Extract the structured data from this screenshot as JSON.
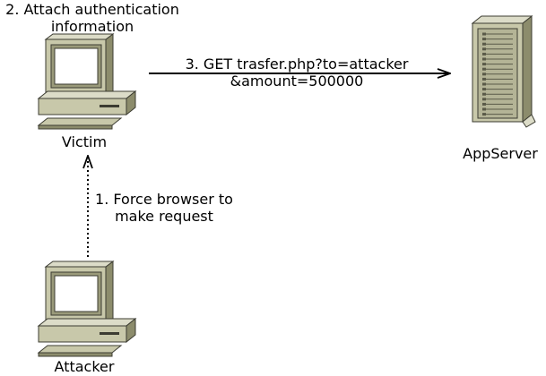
{
  "nodes": {
    "victim": {
      "label": "Victim",
      "icon": "desktop-computer-icon"
    },
    "attacker": {
      "label": "Attacker",
      "icon": "desktop-computer-icon"
    },
    "appserver": {
      "label": "AppServer",
      "icon": "server-tower-icon"
    }
  },
  "edges": {
    "force_request": {
      "style": "dotted",
      "line1": "1. Force browser to",
      "line2": "make request"
    },
    "attach_auth": {
      "line1": "2. Attach authentication",
      "line2": "information"
    },
    "get_request": {
      "style": "solid",
      "line1": "3. GET trasfer.php?to=attacker",
      "line2": "&amount=500000"
    }
  },
  "colors": {
    "device_body": "#c8c8aa",
    "device_light": "#dcdcc8",
    "device_dark": "#8c8c6c",
    "device_outline": "#3c3c32",
    "screen": "#ffffff",
    "line": "#000000"
  }
}
